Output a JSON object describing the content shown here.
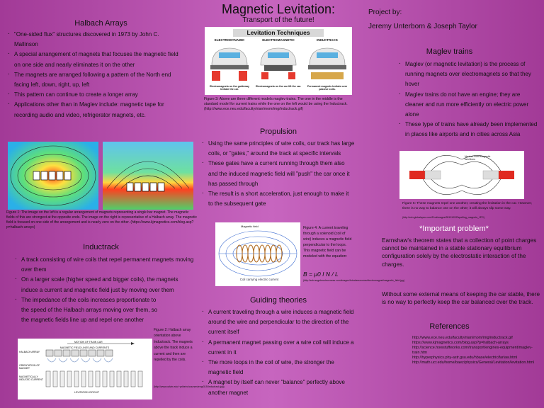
{
  "header": {
    "title": "Magnetic Levitation:",
    "subtitle": "Transport of the future!",
    "project_label": "Project by:",
    "authors": "Jeremy Unterborn & Joseph Taylor"
  },
  "halbach": {
    "heading": "Halbach Arrays",
    "bullets": [
      "\"One-sided flux\" structures discovered in 1973 by John C. Mallinson",
      "A special arrangement of magnets that focuses the magnetic field on one side and nearly eliminates it on the other",
      "The magnets are arranged following a pattern of the North end facing left, down, right, up, left",
      "This pattern can continue to create a longer array",
      "Applications other than in Maglev include: magnetic tape for recording audio and video, refrigerator magnets, etc."
    ],
    "figure_caption": "Figure 1: The image on the left is a regular arrangement of magnets representing a single bar magnet. The magnetic fields of this are strongest at the opposite ends. The image on the right is representative of a Halbach array. The magnetic field is focused on one side of the arrangement and is nearly zero on the other. (https://www.kjmagnetics.com/blog.asp?p=halbach-arrays)"
  },
  "inductrack": {
    "heading": "Inductrack",
    "bullets": [
      "A track consisting of wire coils that repel permanent magnets moving over them",
      "On a larger scale (higher speed and bigger coils), the magnets induce a current and magnetic field just by moving over them",
      "The impedance of the coils increases proportionate to the speed of the Halbach arrays moving over them, so the magnetic fields line up and repel one another"
    ],
    "figure_caption": "Figure 2: Halbach array orientation above Inductrack. The magnets above the track induce a current and then are repelled by the coils.",
    "figure_source": "(http://www.calvin.edu/~pribeiro/courses/engr315/Inductrack.jpg)",
    "diagram_labels": {
      "top": "MOTION OF TRAIN CAR",
      "halbach": "HALBACH ARRAY",
      "fields": "MAGNETIC FIELD LINES AND CURRENTS",
      "orientation": "ORIENTATION OF MAGNET",
      "coils": "MAGNETICALLY INDUCED CURRENT",
      "bottom": "LEVITATION CIRCUIT"
    }
  },
  "techniques": {
    "banner": "Levitation Techniques",
    "types": [
      "ELECTRODYNAMIC",
      "ELECTROMAGNETIC",
      "INDUCTRACK"
    ],
    "labels": [
      "Electromagnets on the guideway levitate the car.",
      "Electromagnets on the car lift the car.",
      "Permanent magnets levitate over passive coils."
    ],
    "figure_caption": "Figure 3: Above are three different models maglev trains. The one in the middle is the standard model for current trains while the one on the left would be using the Inductrack. (http://www.ece.neu.edu/faculty/nian/mom/img/inductrack.gif)"
  },
  "propulsion": {
    "heading": "Propulsion",
    "bullets": [
      "Using the same principles of wire coils, our track has large coils, or \"gates,\" around the track at specific intervals",
      "These gates have a current running through them also and the induced magnetic field will \"push\" the car once it has passed through",
      "The result is a short acceleration, just enough to make it to the subsequent gate"
    ],
    "figure_caption": "Figure 4: A current traveling through a solenoid (coil of wire) induces a magnetic field perpendicular to the loops. This magnetic field can be modeled with the equation:",
    "equation": "B = μ0 I N / L",
    "figure_source": "(http://sdo.sagebrushsorness.com/images/fotoclassrooms/electromagnet/magnetic_field.jpg)",
    "solenoid_label_top": "Magnetic field",
    "solenoid_label_bottom": "Coil carrying electric current"
  },
  "guiding": {
    "heading": "Guiding theories",
    "bullets": [
      "A current traveling through a wire induces a magnetic field around the wire and perpendicular to the direction of the current itself",
      "A permanent magnet passing over a wire coil will induce a current in it",
      "The more loops in the coil of wire, the stronger the magnetic field",
      "A magnet by itself can never \"balance\" perfectly above another magnet"
    ]
  },
  "maglev": {
    "heading": "Maglev trains",
    "bullets": [
      "Maglev (or magnetic levitation) is the process of running magnets over electromagnets so that they hover",
      "Maglev trains do not have an engine; they are cleaner and run more efficiently on electric power alone",
      "These type of trains have already been implemented in places like airports and in cities across Asia"
    ],
    "figure_caption": "Figure 5: These magnets repel one another, creating the levitation in the car. However, there is no way to balance one on the other; it will always slip some way.",
    "figure_source": "(http://cdn.globalspec.com/Prodimages/2810102/Repelling_magnets_JPG)",
    "figure_label": "Neutral Point Magnetic field lines"
  },
  "important": {
    "heading": "*Important problem*",
    "para1": "Earnshaw's theorem states that a collection of point charges cannot be maintained in a stable stationary equilibrium configuration solely by the electrostatic interaction of the charges.",
    "para2": "Without some external means of keeping the car stable, there is no way to perfectly keep the car balanced over the track."
  },
  "references": {
    "heading": "References",
    "items": [
      "http://www.ece.neu.edu/faculty/nian/mom/img/inductrack.gif",
      "https://www.kjmagnetics.com/blog.asp?p=halbach-arrays",
      "http://science.howstuffworks.com/transport/engines-equipment/maglev-train.htm",
      "http://hyperphysics.phy-astr.gsu.edu/hbase/electric/farlaw.html",
      "http://math.ucr.edu/home/baez/physics/General/Levitation/levitation.html"
    ]
  },
  "colors": {
    "background": "#b14aa6",
    "accent_text": "#ffffff",
    "figure_bg": "#ffffff",
    "field_green": "#2bc463"
  }
}
